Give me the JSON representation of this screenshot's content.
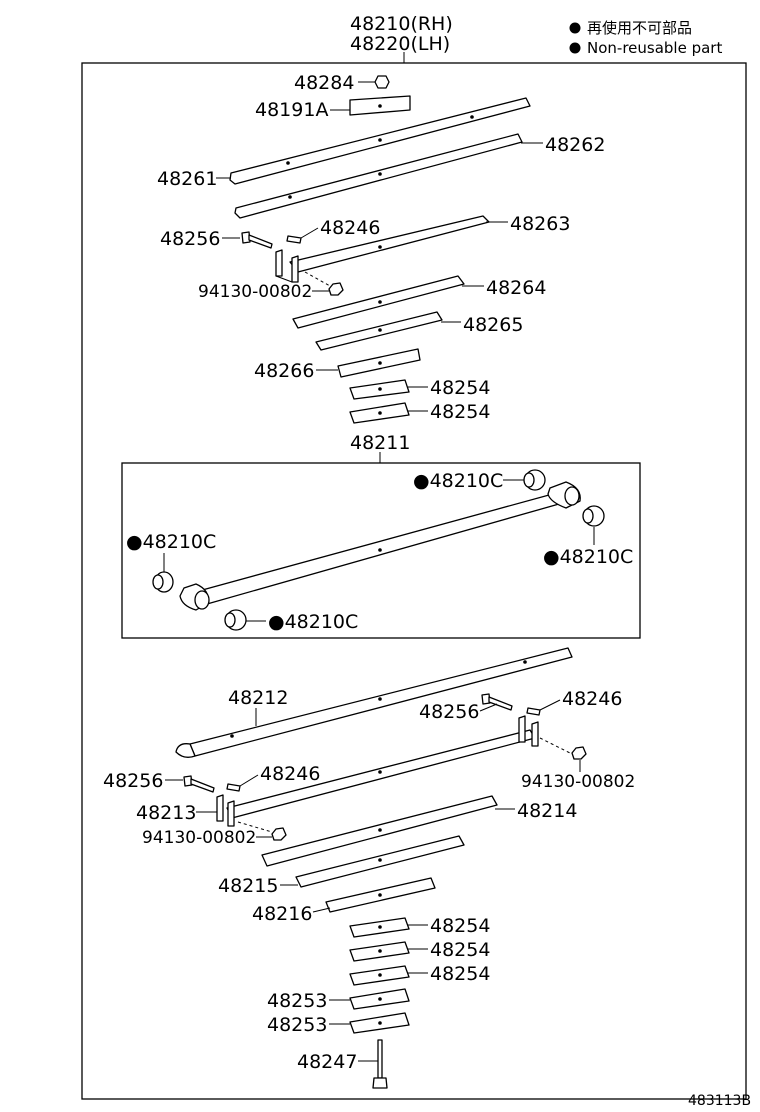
{
  "header": {
    "assembly_rh": "48210(RH)",
    "assembly_lh": "48220(LH)"
  },
  "legend": {
    "japanese": "再使用不可部品",
    "english": "Non-reusable part",
    "marker": "●"
  },
  "labels": {
    "p48284": "48284",
    "p48191A": "48191A",
    "p48262": "48262",
    "p48261": "48261",
    "p48256_top": "48256",
    "p48246_top": "48246",
    "p48263": "48263",
    "p94130_top": "94130-00802",
    "p48264": "48264",
    "p48265": "48265",
    "p48266": "48266",
    "p48254_a": "48254",
    "p48254_b": "48254",
    "p48211": "48211",
    "p48210C_a": "●48210C",
    "p48210C_b": "●48210C",
    "p48210C_c": "●48210C",
    "p48210C_d": "●48210C",
    "p48212": "48212",
    "p48256_mid": "48256",
    "p48246_mid": "48246",
    "p94130_mid": "94130-00802",
    "p48256_low": "48256",
    "p48246_low": "48246",
    "p48213": "48213",
    "p48214": "48214",
    "p94130_low": "94130-00802",
    "p48215": "48215",
    "p48216": "48216",
    "p48254_c": "48254",
    "p48254_d": "48254",
    "p48254_e": "48254",
    "p48253_a": "48253",
    "p48253_b": "48253",
    "p48247": "48247"
  },
  "drawing_code": "483113B"
}
